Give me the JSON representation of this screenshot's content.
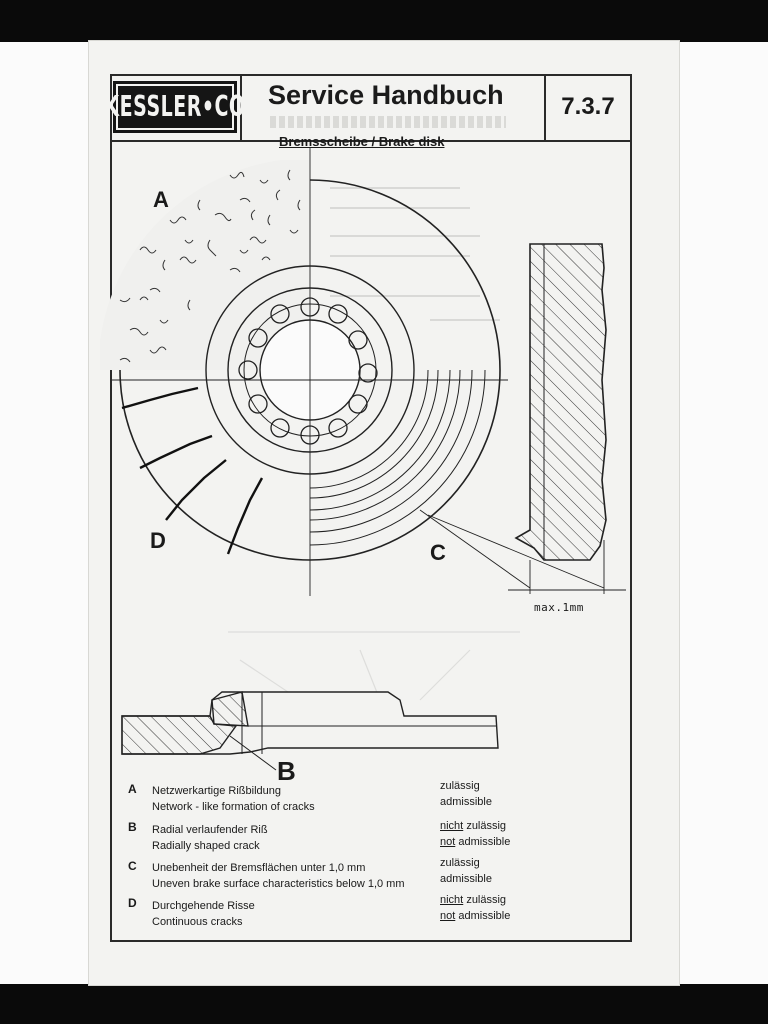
{
  "header": {
    "logo": "KESSLER•CO",
    "title": "Service Handbuch",
    "section_number": "7.3.7"
  },
  "figure": {
    "caption": "Bremsscheibe / Brake disk",
    "labels": {
      "a": "A",
      "b": "B",
      "c": "C",
      "d": "D"
    },
    "measurement": "max.1mm"
  },
  "legend": [
    {
      "letter": "A",
      "german": "Netzwerkartige Rißbildung",
      "english": "Network - like formation of cracks",
      "status_de": "zulässig",
      "status_en": "admissible",
      "status_de_neg": "",
      "status_en_neg": ""
    },
    {
      "letter": "B",
      "german": "Radial verlaufender Riß",
      "english": "Radially shaped crack",
      "status_de_neg": "nicht",
      "status_de": "zulässig",
      "status_en_neg": "not",
      "status_en": "admissible"
    },
    {
      "letter": "C",
      "german": "Unebenheit der Bremsflächen unter 1,0 mm",
      "english": "Uneven brake surface characteristics below 1,0 mm",
      "status_de": "zulässig",
      "status_en": "admissible",
      "status_de_neg": "",
      "status_en_neg": ""
    },
    {
      "letter": "D",
      "german": "Durchgehende Risse",
      "english": "Continuous cracks",
      "status_de_neg": "nicht",
      "status_de": "zulässig",
      "status_en_neg": "not",
      "status_en": "admissible"
    }
  ]
}
